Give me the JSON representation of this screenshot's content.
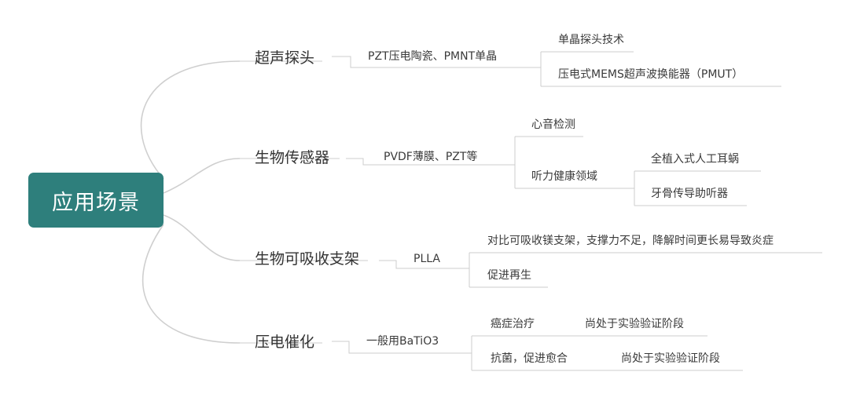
{
  "root": {
    "label": "应用场景"
  },
  "branches": [
    {
      "label": "超声探头",
      "material": "PZT压电陶瓷、PMNT单晶",
      "children": [
        {
          "label": "单晶探头技术"
        },
        {
          "label": "压电式MEMS超声波换能器（PMUT）"
        }
      ]
    },
    {
      "label": "生物传感器",
      "material": "PVDF薄膜、PZT等",
      "children": [
        {
          "label": "心音检测"
        },
        {
          "label": "听力健康领域",
          "children": [
            {
              "label": "全植入式人工耳蜗"
            },
            {
              "label": "牙骨传导助听器"
            }
          ]
        }
      ]
    },
    {
      "label": "生物可吸收支架",
      "material": "PLLA",
      "children": [
        {
          "label": "对比可吸收镁支架，支撑力不足，降解时间更长易导致炎症"
        },
        {
          "label": "促进再生"
        }
      ]
    },
    {
      "label": "压电催化",
      "material": "一般用BaTiO3",
      "children": [
        {
          "label": "癌症治疗",
          "note": "尚处于实验验证阶段"
        },
        {
          "label": "抗菌，促进愈合",
          "note": "尚处于实验验证阶段"
        }
      ]
    }
  ],
  "colors": {
    "root_fill": "#2e7f7c",
    "root_text": "#ffffff",
    "curve": "#cccccc",
    "line": "#c8c8c8",
    "text": "#333333"
  }
}
